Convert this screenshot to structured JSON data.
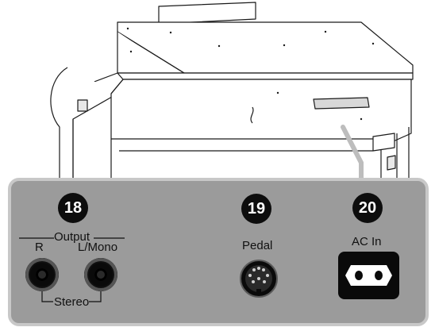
{
  "panel": {
    "jacks": {
      "output": {
        "number": "18",
        "group_label": "Output",
        "right_label": "R",
        "left_label": "L/Mono",
        "stereo_label": "Stereo"
      },
      "pedal": {
        "number": "19",
        "label": "Pedal"
      },
      "power": {
        "number": "20",
        "label": "AC In"
      }
    }
  },
  "colors": {
    "panel_fill": "#9b9b9b",
    "panel_border": "#c8c8c8",
    "badge": "#0d0d0d",
    "connector": "#0a0a0a"
  }
}
